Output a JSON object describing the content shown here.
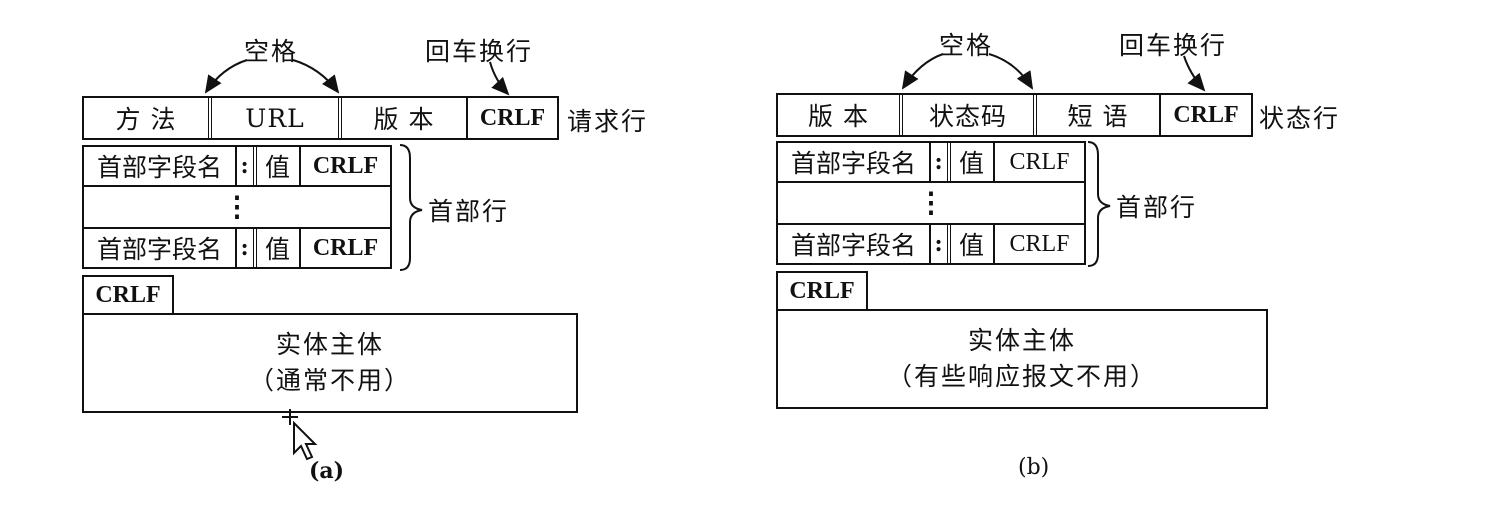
{
  "diagram_a": {
    "label_space": "空格",
    "label_crlf_top": "回车换行",
    "request_line": {
      "method": "方 法",
      "url": "URL",
      "version": "版  本",
      "crlf": "CRLF",
      "side_label": "请求行"
    },
    "header_lines": {
      "field_name": "首部字段名",
      "colon": ":",
      "value": "值",
      "crlf": "CRLF",
      "ellipsis": "⋮",
      "brace_label": "首部行"
    },
    "blank_line_crlf": "CRLF",
    "entity_body": {
      "title": "实体主体",
      "note": "（通常不用）"
    },
    "caption": "(a)"
  },
  "diagram_b": {
    "label_space": "空格",
    "label_crlf_top": "回车换行",
    "status_line": {
      "version": "版  本",
      "status_code": "状态码",
      "phrase": "短  语",
      "crlf": "CRLF",
      "side_label": "状态行"
    },
    "header_lines": {
      "field_name": "首部字段名",
      "colon": ":",
      "value": "值",
      "crlf": "CRLF",
      "ellipsis": "⋮",
      "brace_label": "首部行"
    },
    "blank_line_crlf": "CRLF",
    "entity_body": {
      "title": "实体主体",
      "note": "（有些响应报文不用）"
    },
    "caption": "(b)"
  },
  "icons": {
    "cursor": "mouse-pointer-icon"
  }
}
